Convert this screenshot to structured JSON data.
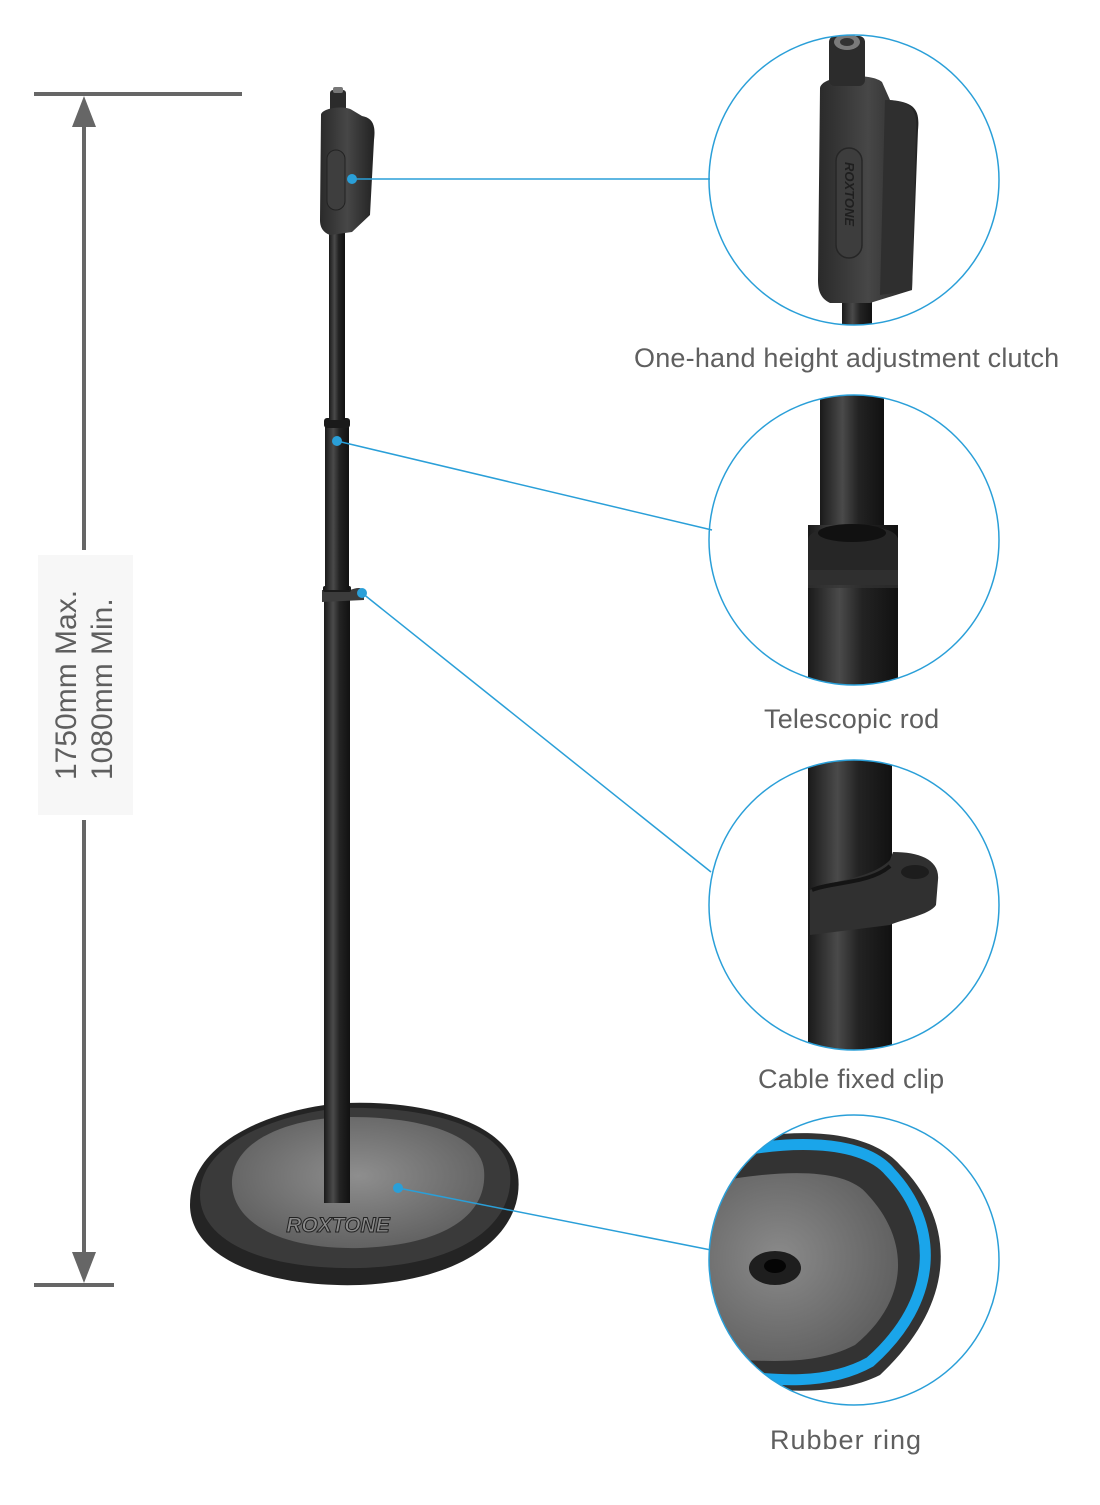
{
  "diagram": {
    "product": "Round-base microphone stand",
    "brand_marks": [
      "ROXTONE"
    ],
    "accent_color": "#2a9fd8",
    "dimension_color": "#666666",
    "dimension": {
      "max_label": "1750mm Max.",
      "min_label": "1080mm Min."
    },
    "callouts": [
      {
        "id": "clutch",
        "label": "One-hand height adjustment clutch",
        "icon": "clutch-detail"
      },
      {
        "id": "rod",
        "label": "Telescopic rod",
        "icon": "telescopic-rod-detail"
      },
      {
        "id": "clip",
        "label": "Cable fixed clip",
        "icon": "cable-clip-detail"
      },
      {
        "id": "ring",
        "label": "Rubber ring",
        "icon": "rubber-ring-detail"
      }
    ]
  }
}
